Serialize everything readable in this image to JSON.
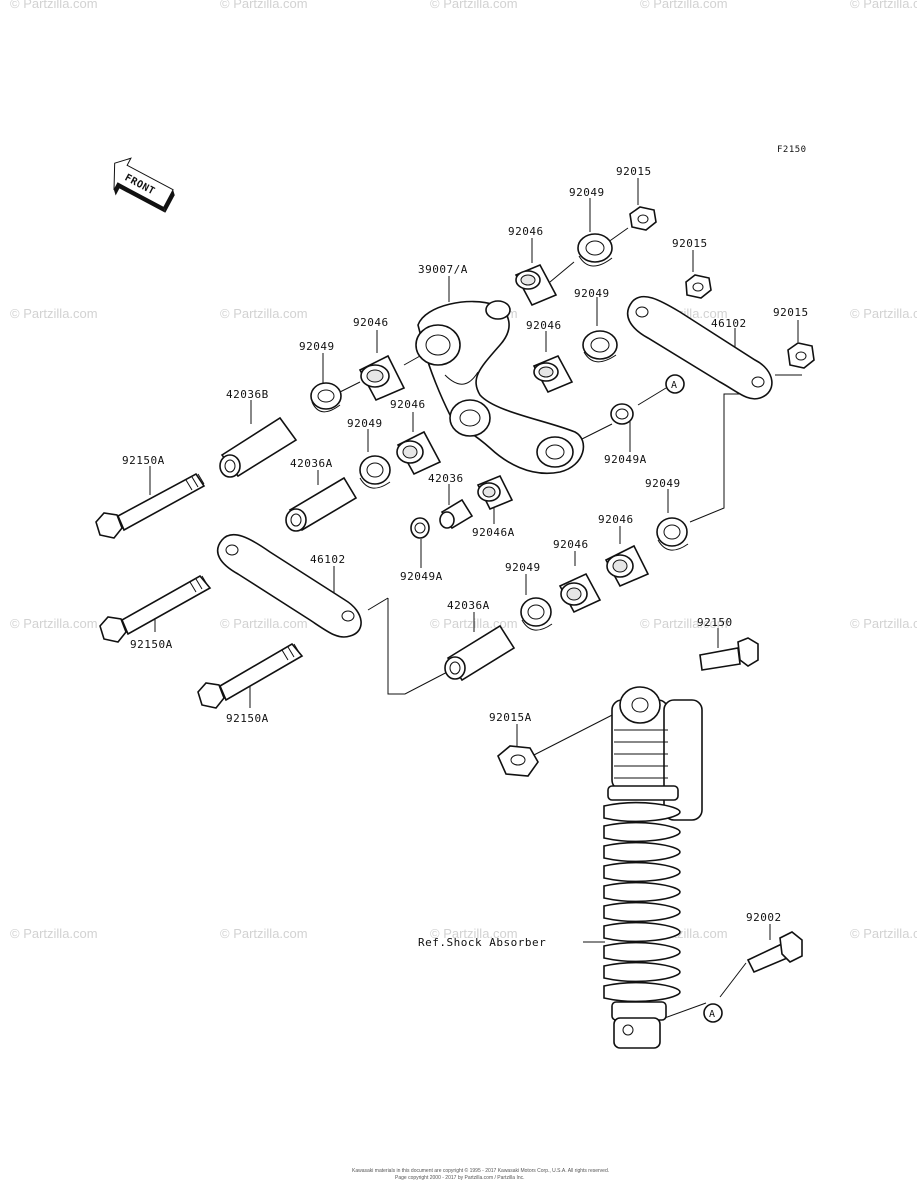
{
  "figure_code": "F2150",
  "front_arrow_text": "FRONT",
  "watermark": "© Partzilla.com",
  "labels": {
    "p92015_top": "92015",
    "p92049_top": "92049",
    "p92046_top": "92046",
    "p92015_mid": "92015",
    "p39007": "39007/A",
    "p92049_mid": "92049",
    "p92046_left": "92046",
    "p92046_mid": "92046",
    "p46102_right": "46102",
    "p92015_right": "92015",
    "p92049_left": "92049",
    "p42036B": "42036B",
    "p92046_c": "92046",
    "p92049_c": "92049",
    "callout_a_top": "A",
    "p92150A_1": "92150A",
    "p42036A_1": "42036A",
    "p42036": "42036",
    "p92049A_r": "92049A",
    "p92049_r2": "92049",
    "p92046A": "92046A",
    "p92046_r2": "92046",
    "p92046_r3": "92046",
    "p92049A_l": "92049A",
    "p46102_left": "46102",
    "p92049_r3": "92049",
    "p92150A_2": "92150A",
    "p42036A_2": "42036A",
    "p92150": "92150",
    "p92150A_3": "92150A",
    "p92015A": "92015A",
    "p92002": "92002",
    "ref_shock": "Ref.Shock Absorber",
    "callout_a_bottom": "A"
  },
  "footer_line1": "Kawasaki materials in this document are copyright © 1995 - 2017 Kawasaki Motors Corp., U.S.A. All rights reserved.",
  "footer_line2": "Page copyright 2000 - 2017 by Partzilla.com / Partzilla Inc."
}
